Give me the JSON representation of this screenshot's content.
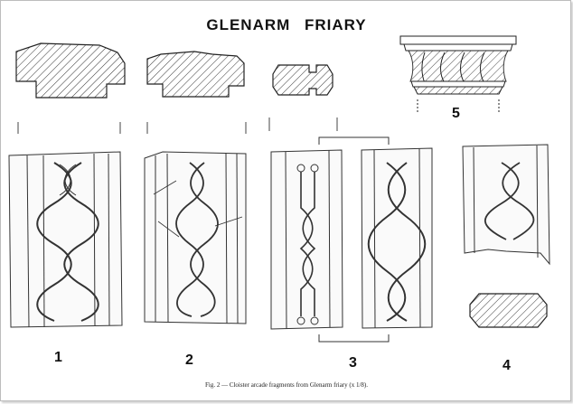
{
  "title": "GLENARM FRIARY",
  "labels": {
    "fig1": "1",
    "fig2": "2",
    "fig3": "3",
    "fig4": "4",
    "fig5": "5"
  },
  "caption": "Fig. 2 — Cloister arcade fragments from Glenarm friary (x 1/8).",
  "colors": {
    "ink": "#222222",
    "paper": "#ffffff",
    "frame": "#bdbdbd"
  }
}
